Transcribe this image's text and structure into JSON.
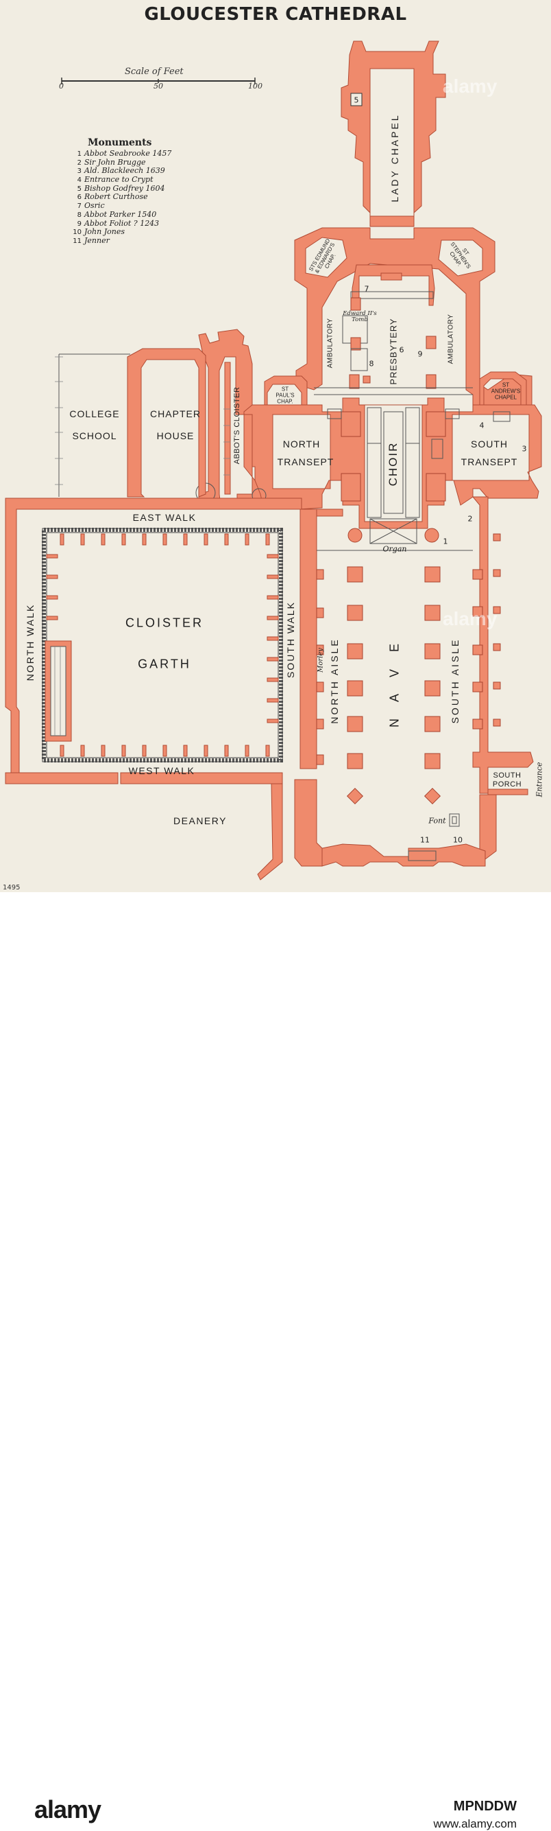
{
  "title": "GLOUCESTER CATHEDRAL",
  "scale": {
    "label": "Scale of Feet",
    "ticks": [
      "0",
      "50",
      "100"
    ]
  },
  "monuments": {
    "heading": "Monuments",
    "items": [
      {
        "n": "1",
        "text": "Abbot Seabrooke 1457"
      },
      {
        "n": "2",
        "text": "Sir John Brugge"
      },
      {
        "n": "3",
        "text": "Ald. Blackleech 1639"
      },
      {
        "n": "4",
        "text": "Entrance to Crypt"
      },
      {
        "n": "5",
        "text": "Bishop Godfrey 1604"
      },
      {
        "n": "6",
        "text": "Robert Curthose"
      },
      {
        "n": "7",
        "text": "Osric"
      },
      {
        "n": "8",
        "text": "Abbot Parker 1540"
      },
      {
        "n": "9",
        "text": "Abbot Foliot ? 1243"
      },
      {
        "n": "10",
        "text": "John Jones"
      },
      {
        "n": "11",
        "text": "Jenner"
      }
    ]
  },
  "labels": {
    "lady_chapel": "LADY CHAPEL",
    "st_edmund_1": "STS EDMUND",
    "st_edmund_2": "& EDWARD'S",
    "st_edmund_3": "CHAP.",
    "st_stephen_1": "ST",
    "st_stephen_2": "STEPHEN'S",
    "st_stephen_3": "CHAP.",
    "ambulatory_n": "AMBULATORY",
    "ambulatory_s": "AMBULATORY",
    "presbytery": "PRESBYTERY",
    "edward_tomb_1": "Edward II's",
    "edward_tomb_2": "Tomb",
    "st_pauls_1": "ST",
    "st_pauls_2": "PAUL'S",
    "st_pauls_3": "CHAP.",
    "st_andrews_1": "ST",
    "st_andrews_2": "ANDREW'S",
    "st_andrews_3": "CHAPEL",
    "abbots_cloister": "ABBOT'S CLOISTER",
    "college_1": "COLLEGE",
    "college_2": "SCHOOL",
    "chapter_1": "CHAPTER",
    "chapter_2": "HOUSE",
    "north_transept_1": "NORTH",
    "north_transept_2": "TRANSEPT",
    "choir": "CHOIR",
    "south_transept_1": "SOUTH",
    "south_transept_2": "TRANSEPT",
    "east_walk": "EAST WALK",
    "organ": "Organ",
    "north_walk": "NORTH WALK",
    "cloister_1": "CLOISTER",
    "cloister_2": "GARTH",
    "south_walk": "SOUTH WALK",
    "morley": "Morley",
    "north_aisle": "NORTH AISLE",
    "nave": "N A V E",
    "south_aisle": "SOUTH AISLE",
    "west_walk": "WEST WALK",
    "south_porch_1": "SOUTH",
    "south_porch_2": "PORCH",
    "entrance": "Entrance",
    "deanery": "DEANERY",
    "font": "Font"
  },
  "plate_number": "1495",
  "watermark": {
    "brand": "alamy",
    "image_id": "MPNDDW",
    "url": "www.alamy.com"
  },
  "colors": {
    "wall": "#ef8a6c",
    "wall_edge": "#b04a33",
    "paper": "#f1ede2",
    "ink": "#1e1e1e"
  }
}
